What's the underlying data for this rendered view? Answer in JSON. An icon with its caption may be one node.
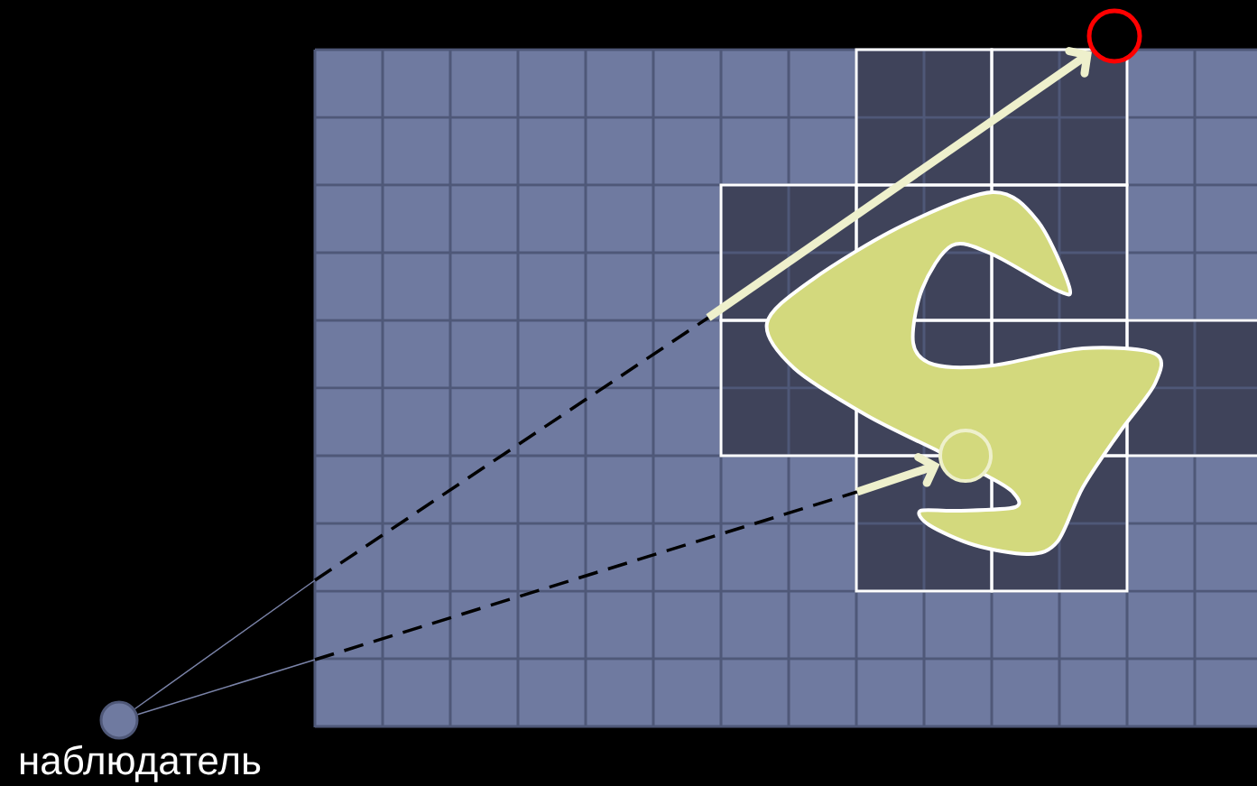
{
  "diagram": {
    "nodes": [
      {
        "text": [
          "наблюдатель"
        ]
      },
      {
        "text": [],
        "shape": "circle"
      },
      {
        "text": [],
        "shape": "circle"
      }
    ],
    "edges": [
      {
        "from": 0,
        "to": 1,
        "arrow": "to"
      },
      {
        "from": 0,
        "to": 2,
        "arrow": "to"
      }
    ]
  }
}
